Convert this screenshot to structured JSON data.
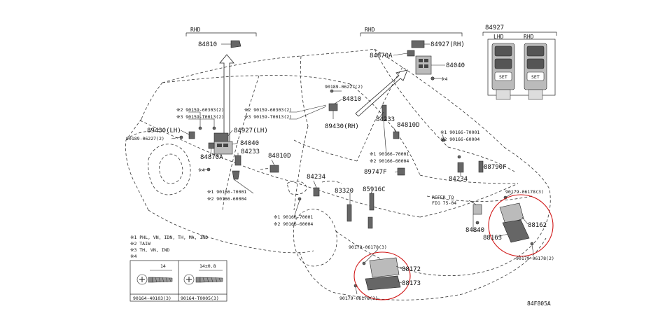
{
  "diagram_code": "84F805A",
  "rhd_headers": [
    "RHD",
    "RHD"
  ],
  "inset": {
    "part": "84927",
    "lhd": "LHD",
    "rhd": "RHD",
    "set_label": "SET"
  },
  "labels": {
    "l84810_top": "84810",
    "l84927_rh": "84927(RH)",
    "l84870a_top": "84870A",
    "l84040_top": "84040",
    "l_x4_top": "※4",
    "l90189_top": "90189-06227(2)",
    "l84810_mid": "84810",
    "l89430_rh": "89430(RH)",
    "l84233_mid": "84233",
    "l84810d_right": "84810D",
    "lx1_90159_left": "※2 90159-60303(2)",
    "lx3_90159_left": "※3 90159-T0013(2)",
    "lx2_90159_mid": "※2 90159-60303(2)",
    "lx3_90159_mid": "※3 90159-T0013(2)",
    "l89430_lh": "89430(LH)",
    "l84927_lh": "84927(LH)",
    "l90189_left": "90189-06227(2)",
    "l84040_left": "84040",
    "l84233_left": "84233",
    "l84870a_left": "84870A",
    "l_x4_left": "※4",
    "l84810d_left": "84810D",
    "l84234_left": "84234",
    "lx1_90166_a": "※1 90166-70001",
    "lx2_90166_a": "※2 90166-60004",
    "lx1_90166_b": "※1 90166-70001",
    "lx2_90166_b": "※2 90166-60004",
    "lx1_90166_c": "※1 90166-70001",
    "lx2_90166_c": "※2 90166-60004",
    "lx1_90166_d": "※1 90166-70001",
    "lx2_90166_d": "※2 90166-60004",
    "l89747f": "89747F",
    "l84234_right": "84234",
    "l88790f": "88790F",
    "l83320": "83320",
    "l85916c": "85916C",
    "refer1": "REFER TO",
    "refer2": "FIG 75-04",
    "l90179_right_top": "90179-06178(3)",
    "l88162": "88162",
    "l84840": "84840",
    "l88163": "88163",
    "l90179_right_bot": "90179-06178(2)",
    "l90179_left_top": "90179-06178(3)",
    "l88172": "88172",
    "l88173": "88173",
    "l90179_left_bot": "90179-06178(2)"
  },
  "legend": {
    "n1": "※1 PHL, VN, IDN, TH, MA, IND",
    "n2": "※2 TAIW",
    "n3": "※3 TH, VN, IND",
    "n4": "※4",
    "dim1": "14",
    "dim2": "14±0.8",
    "part1": "90164-40103(3)",
    "part2": "90164-T0005(3)"
  }
}
